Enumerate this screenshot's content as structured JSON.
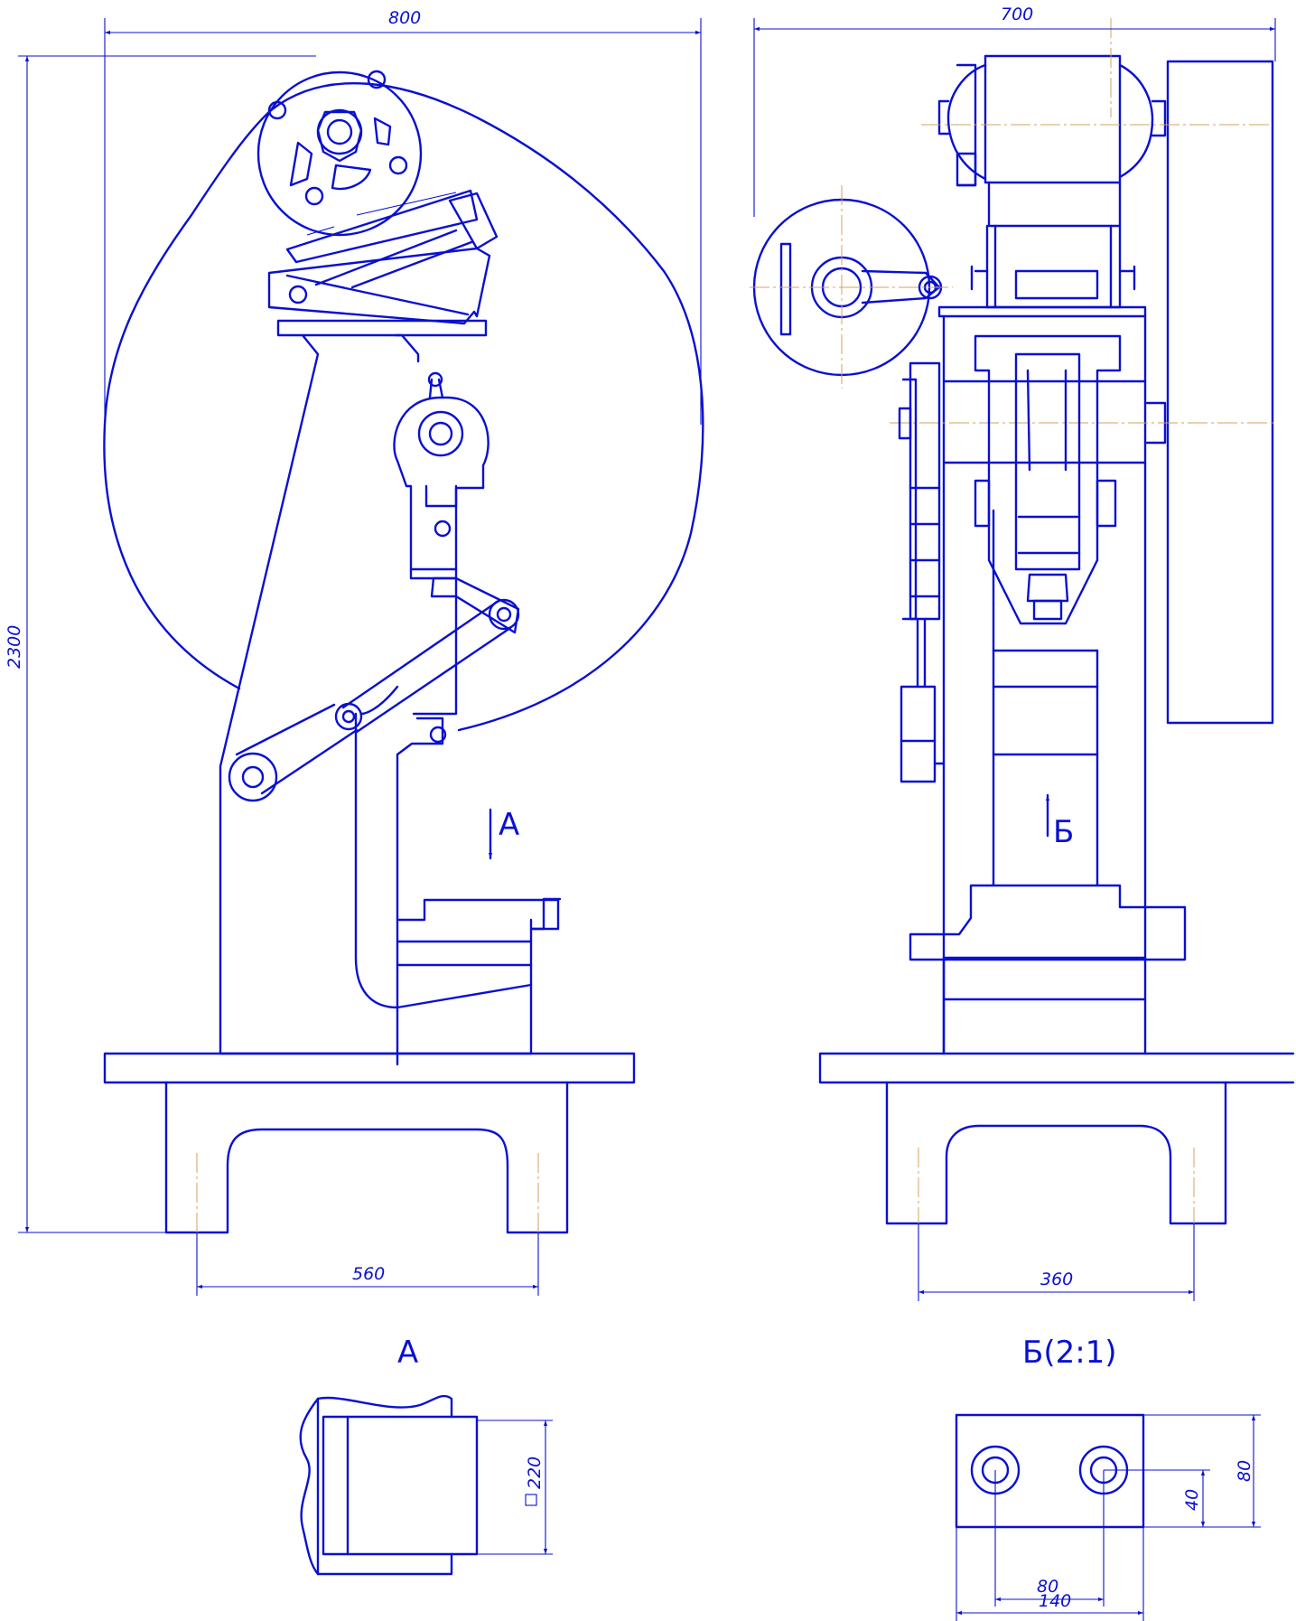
{
  "views": {
    "side": {
      "arrow_label": "А"
    },
    "front": {
      "arrow_label": "Б"
    },
    "detail_a": {
      "title": "А"
    },
    "detail_b": {
      "title": "Б(2:1)"
    }
  },
  "dimensions": {
    "side_width": "800",
    "front_width": "700",
    "height": "2300",
    "side_base": "560",
    "front_base": "360",
    "detail_a_size": "220",
    "detail_b_width": "140",
    "detail_b_spacing": "80",
    "detail_b_height": "80",
    "detail_b_half": "40"
  },
  "colors": {
    "line": "#0a10d0",
    "axis": "#d4a060",
    "background": "#ffffff"
  }
}
